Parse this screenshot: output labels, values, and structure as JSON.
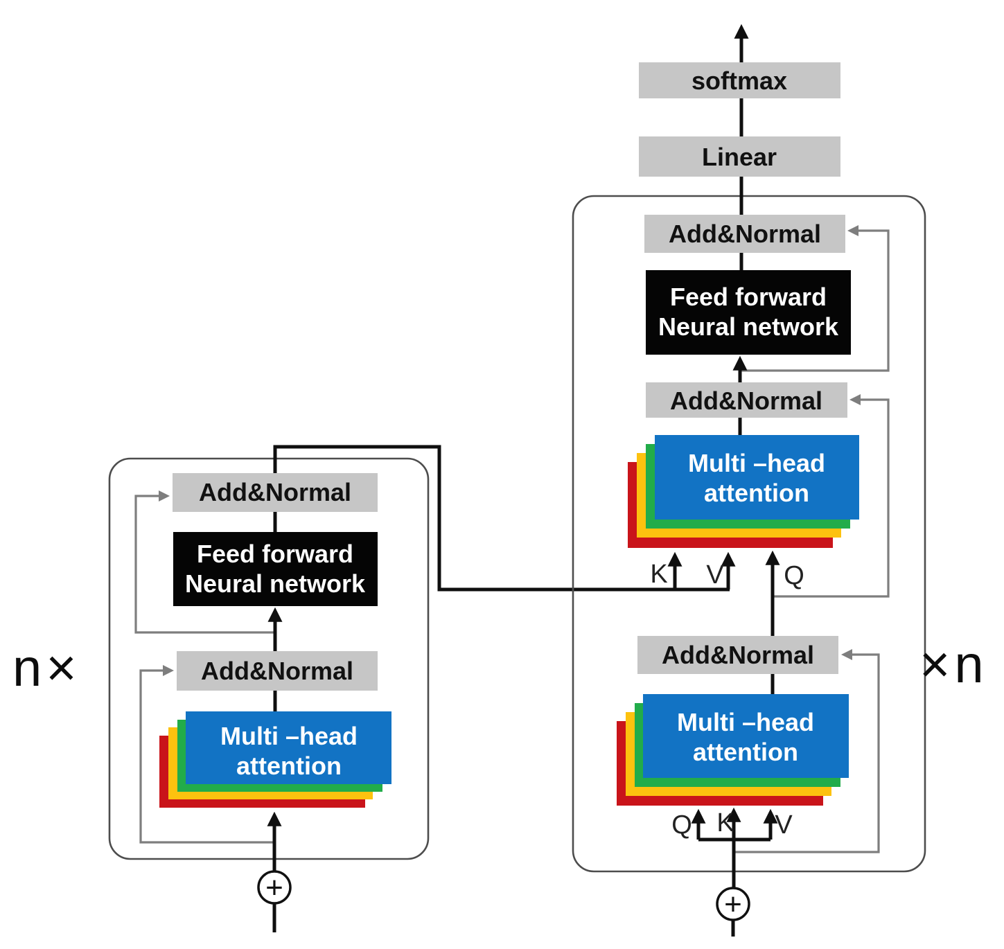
{
  "colors": {
    "box_gray": "#c6c6c6",
    "box_black": "#050505",
    "attention_blue": "#1273c4",
    "layer_green": "#22ac4a",
    "layer_yellow": "#fdc20f",
    "layer_red": "#c9141a"
  },
  "encoder": {
    "repeat_label": "n×",
    "add_normal_top": "Add&Normal",
    "ffn_line1": "Feed forward",
    "ffn_line2": "Neural network",
    "add_normal_bottom": "Add&Normal",
    "mha_line1": "Multi –head",
    "mha_line2": "attention",
    "input_sum": "+"
  },
  "decoder": {
    "repeat_label": "×n",
    "softmax": "softmax",
    "linear": "Linear",
    "add_normal_top": "Add&Normal",
    "ffn_line1": "Feed forward",
    "ffn_line2": "Neural network",
    "add_normal_middle": "Add&Normal",
    "mha_top_line1": "Multi –head",
    "mha_top_line2": "attention",
    "cross_inputs": {
      "k": "K",
      "v": "V",
      "q": "Q"
    },
    "add_normal_bottom": "Add&Normal",
    "mha_bottom_line1": "Multi –head",
    "mha_bottom_line2": "attention",
    "self_inputs": {
      "q": "Q",
      "k": "K",
      "v": "V"
    },
    "input_sum": "+"
  }
}
